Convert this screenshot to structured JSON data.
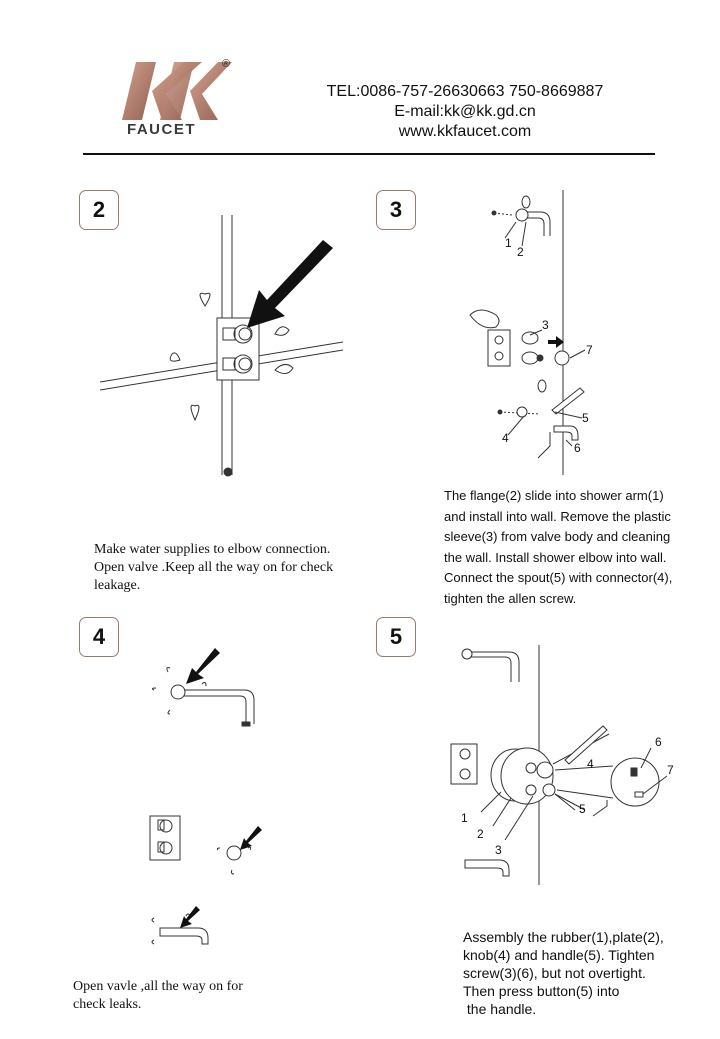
{
  "header": {
    "brand_mark": "KK",
    "brand_name": "FAUCET",
    "registered": "®",
    "tel": "TEL:0086-757-26630663 750-8669887",
    "email": "E-mail:kk@kk.gd.cn",
    "website": "www.kkfaucet.com"
  },
  "steps": [
    {
      "number": "2",
      "text_lines": [
        "Make water supplies to elbow connection.",
        "Open valve .Keep all the way on for check",
        "leakage."
      ]
    },
    {
      "number": "3",
      "callouts": [
        "1",
        "2",
        "3",
        "7",
        "4",
        "5",
        "6"
      ],
      "text_lines": [
        "The flange(2) slide into shower arm(1)",
        "and install into wall. Remove the plastic",
        "sleeve(3) from valve body and cleaning",
        "the wall. Install shower elbow into wall.",
        "Connect the spout(5) with connector(4),",
        "tighten the allen screw."
      ]
    },
    {
      "number": "4",
      "text_lines": [
        "Open vavle ,all the way on for",
        "check leaks."
      ]
    },
    {
      "number": "5",
      "callouts": [
        "6",
        "7",
        "4",
        "5",
        "1",
        "2",
        "3"
      ],
      "text_lines": [
        "Assembly the rubber(1),plate(2),",
        "knob(4) and handle(5). Tighten",
        "screw(3)(6), but not overtight.",
        "Then press button(5) into",
        " the handle."
      ]
    }
  ],
  "colors": {
    "brand": "#b98676",
    "brand_dark": "#8f5f50",
    "box_border": "#9b7a6e",
    "ink": "#111111"
  }
}
